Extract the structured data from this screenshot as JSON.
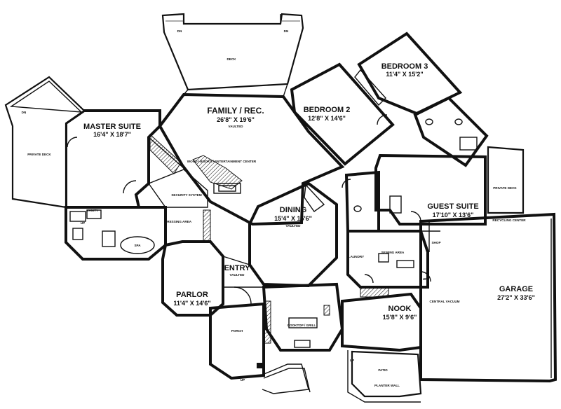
{
  "rooms": {
    "deck": "DECK",
    "family": {
      "name": "FAMILY / REC.",
      "dims": "26'8\" X 19'6\"",
      "note": "VAULTED"
    },
    "bedroom3": {
      "name": "BEDROOM 3",
      "dims": "11'4\" X 15'2\""
    },
    "bedroom2": {
      "name": "BEDROOM 2",
      "dims": "12'8\" X 14'6\""
    },
    "master": {
      "name": "MASTER SUITE",
      "dims": "16'4\" X 18'7\""
    },
    "private_deck_left": "PRIVATE DECK",
    "private_deck_right": "PRIVATE DECK",
    "dining": {
      "name": "DINING",
      "dims": "15'4\" X 15'6\"",
      "note": "VAULTED"
    },
    "guest": {
      "name": "GUEST SUITE",
      "dims": "17'10\" X 13'6\""
    },
    "entry": {
      "name": "ENTRY",
      "note": "VAULTED"
    },
    "parlor": {
      "name": "PARLOR",
      "dims": "11'4\" X 14'6\""
    },
    "garage": {
      "name": "GARAGE",
      "dims": "27'2\" X 33'6\""
    },
    "nook": {
      "name": "NOOK",
      "dims": "15'8\" X 9'6\""
    },
    "porch": "PORCH",
    "patio": "PATIO"
  },
  "small_labels": {
    "wood_boxes": "WOOD / BOOKS / ENTERTAINMENT CENTER",
    "security": "SECURITY SYSTEM",
    "spa": "SPA",
    "vanity": "VANITY",
    "dressing": "DRESSING AREA",
    "sewing": "SEWING AREA",
    "shop": "SHOP",
    "recycling": "RECYCLING CENTER",
    "central_vac": "CENTRAL VACUUM",
    "cooktop": "COOKTOP / GRILL",
    "planter": "PLANTER WALL",
    "laundry": "LAUNDRY",
    "up": "UP",
    "dn": "DN"
  }
}
